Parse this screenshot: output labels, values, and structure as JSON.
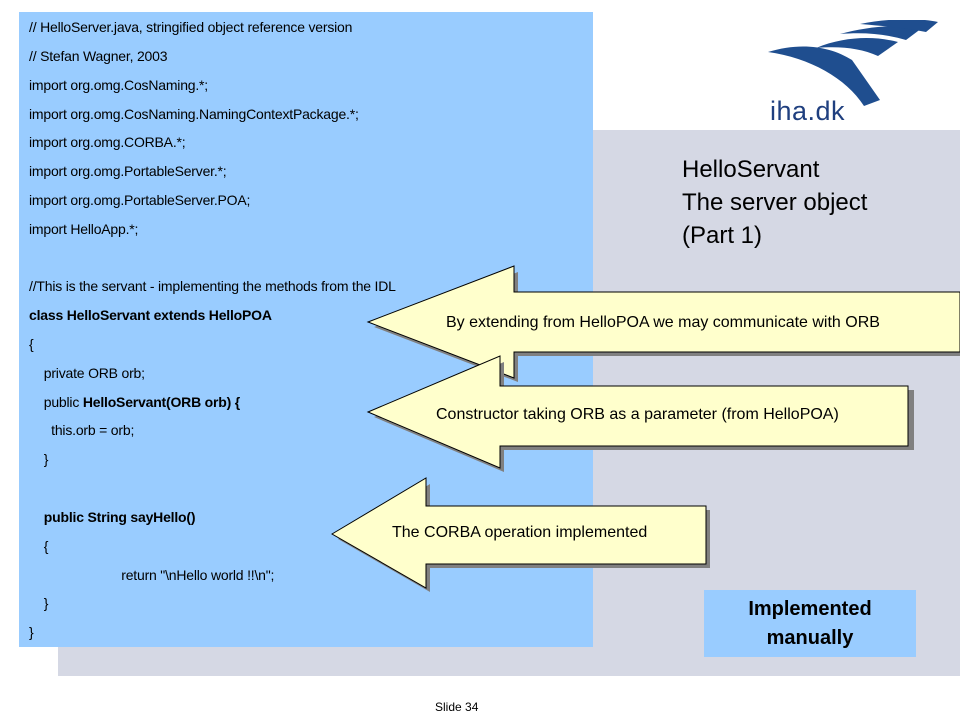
{
  "code": {
    "lines": [
      {
        "text": "// HelloServer.java, stringified object reference version",
        "bold": false
      },
      {
        "text": "// Stefan Wagner, 2003",
        "bold": false
      },
      {
        "text": "import org.omg.CosNaming.*;",
        "bold": false
      },
      {
        "text": "import org.omg.CosNaming.NamingContextPackage.*;",
        "bold": false
      },
      {
        "text": "import org.omg.CORBA.*;",
        "bold": false
      },
      {
        "text": "import org.omg.PortableServer.*;",
        "bold": false
      },
      {
        "text": "import org.omg.PortableServer.POA;",
        "bold": false
      },
      {
        "text": "import HelloApp.*;",
        "bold": false
      },
      {
        "text": "",
        "bold": false
      },
      {
        "text": "//This is the servant - implementing the methods from the IDL",
        "bold": false
      },
      {
        "text": "class HelloServant extends HelloPOA",
        "bold": true
      },
      {
        "text": "{",
        "bold": false
      },
      {
        "text": "    private ORB orb;",
        "bold": false
      },
      {
        "text": "    public ",
        "bold": false,
        "rest_bold": "HelloServant(ORB orb) {"
      },
      {
        "text": "      this.orb = orb;",
        "bold": false
      },
      {
        "text": "    }",
        "bold": false
      },
      {
        "text": "",
        "bold": false
      },
      {
        "text": "    public String sayHello()",
        "bold": true
      },
      {
        "text": "    {",
        "bold": false
      },
      {
        "text": "                         return \"\\nHello world !!\\n\";",
        "bold": false
      },
      {
        "text": "    }",
        "bold": false
      },
      {
        "text": "}",
        "bold": false
      }
    ]
  },
  "logo": {
    "text": "iha.dk",
    "color": "#1f4e8f"
  },
  "title": {
    "line1": "HelloServant",
    "line2": "The server object",
    "line3": "(Part 1)"
  },
  "callouts": [
    {
      "label": "By extending from HelloPOA we may communicate with ORB"
    },
    {
      "label": "Constructor taking ORB as a parameter (from HelloPOA)"
    },
    {
      "label": "The CORBA operation implemented"
    }
  ],
  "manual_box": {
    "line1": "Implemented",
    "line2": "manually"
  },
  "footer": {
    "slide": "Slide 34"
  },
  "colors": {
    "code_bg": "#99ccff",
    "panel_bg": "#d5d8e4",
    "callout_fill": "#ffffcc"
  }
}
